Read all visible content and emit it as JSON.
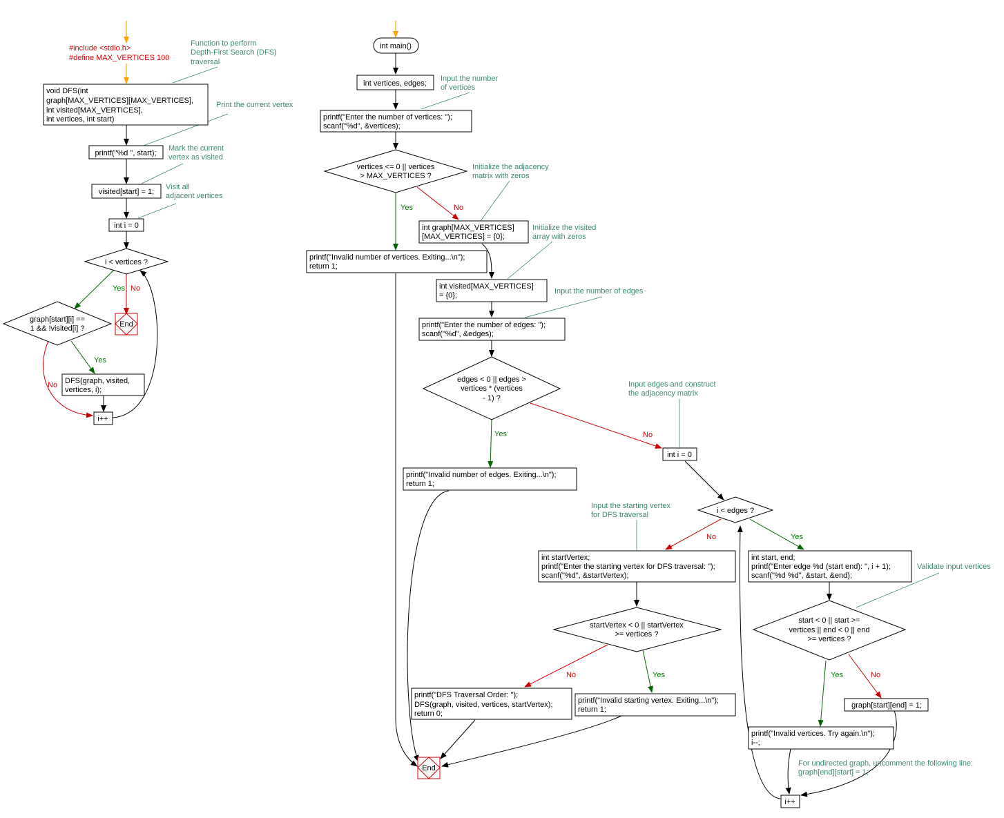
{
  "preprocessor": [
    "#include <stdio.h>",
    "#define MAX_VERTICES 100"
  ],
  "dfs": {
    "signature": [
      "void DFS(int",
      "graph[MAX_VERTICES][MAX_VERTICES],",
      "int visited[MAX_VERTICES],",
      "int vertices, int start)"
    ],
    "print": "printf(\"%d \", start);",
    "mark": "visited[start] = 1;",
    "init": "int i = 0",
    "cond": [
      "i < vertices ?"
    ],
    "inner_cond": [
      "graph[start][i] ==",
      "1 && !visited[i] ?"
    ],
    "call": [
      "DFS(graph, visited,",
      "vertices, i);"
    ],
    "incr": "i++",
    "end": "End"
  },
  "main": {
    "start": "int main()",
    "decl": "int vertices, edges;",
    "input_vertices": [
      "printf(\"Enter the number of vertices: \");",
      "scanf(\"%d\", &vertices);"
    ],
    "cond_vertices": [
      "vertices <= 0 || vertices",
      "> MAX_VERTICES ?"
    ],
    "invalid_vertices": [
      "printf(\"Invalid number of vertices. Exiting...\\n\");",
      "return 1;"
    ],
    "graph_decl": [
      "int graph[MAX_VERTICES]",
      "[MAX_VERTICES] = {0};"
    ],
    "visited_decl": [
      "int visited[MAX_VERTICES]",
      "= {0};"
    ],
    "input_edges": [
      "printf(\"Enter the number of edges: \");",
      "scanf(\"%d\", &edges);"
    ],
    "cond_edges": [
      "edges < 0 || edges >",
      "vertices * (vertices",
      "- 1) ?"
    ],
    "invalid_edges": [
      "printf(\"Invalid number of edges. Exiting...\\n\");",
      "return 1;"
    ],
    "loop_init": "int i = 0",
    "loop_cond": [
      "i < edges ?"
    ],
    "read_edge": [
      "int start, end;",
      "printf(\"Enter edge %d (start end): \", i + 1);",
      "scanf(\"%d %d\", &start, &end);"
    ],
    "cond_edge": [
      "start < 0 || start >=",
      "vertices || end < 0 || end",
      ">= vertices ?"
    ],
    "invalid_edge": [
      "printf(\"Invalid vertices. Try again.\\n\");",
      "i--;"
    ],
    "set_edge": "graph[start][end] = 1;",
    "loop_incr": "i++",
    "start_vertex": [
      "int startVertex;",
      "printf(\"Enter the starting vertex for DFS traversal: \");",
      "scanf(\"%d\", &startVertex);"
    ],
    "cond_start": [
      "startVertex < 0 || startVertex",
      ">= vertices ?"
    ],
    "do_dfs": [
      "printf(\"DFS Traversal Order: \");",
      "DFS(graph, visited, vertices, startVertex);",
      "return 0;"
    ],
    "invalid_start": [
      "printf(\"Invalid starting vertex. Exiting...\\n\");",
      "return 1;"
    ],
    "end": "End"
  },
  "comments": {
    "c1": [
      "Function to perform",
      "Depth-First Search (DFS)",
      "traversal"
    ],
    "c2": [
      "Print the current vertex"
    ],
    "c3": [
      "Mark the current",
      "vertex as visited"
    ],
    "c4": [
      "Visit all",
      "adjacent vertices"
    ],
    "c5": [
      "Input the number",
      "of vertices"
    ],
    "c6": [
      "Initialize the adjacency",
      "matrix with zeros"
    ],
    "c7": [
      "Initialize the visited",
      "array with zeros"
    ],
    "c8": [
      "Input the number of edges"
    ],
    "c9": [
      "Input edges and construct",
      "the adjacency matrix"
    ],
    "c10": [
      "Input the starting vertex",
      "for DFS traversal"
    ],
    "c11": [
      "Validate input vertices"
    ],
    "c12": [
      "For undirected graph, uncomment the following line:",
      "graph[end][start] = 1;"
    ]
  },
  "labels": {
    "yes": "Yes",
    "no": "No"
  },
  "colors": {
    "code": "#000000",
    "preprocessor": "#dd0000",
    "comment": "#3a8a6a",
    "yes": "#007700",
    "no": "#dd0000",
    "entry": "#ffa500"
  }
}
